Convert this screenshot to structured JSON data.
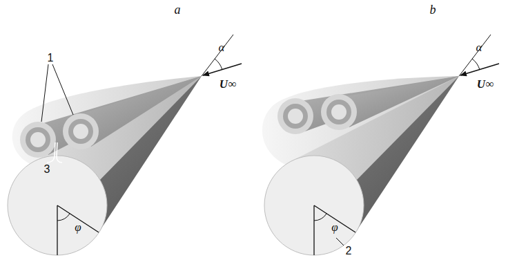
{
  "diagram": {
    "labels": [
      "a",
      "α",
      "U∞",
      "1",
      "3",
      "φ",
      "b",
      "α",
      "U∞",
      "2",
      "φ"
    ]
  }
}
